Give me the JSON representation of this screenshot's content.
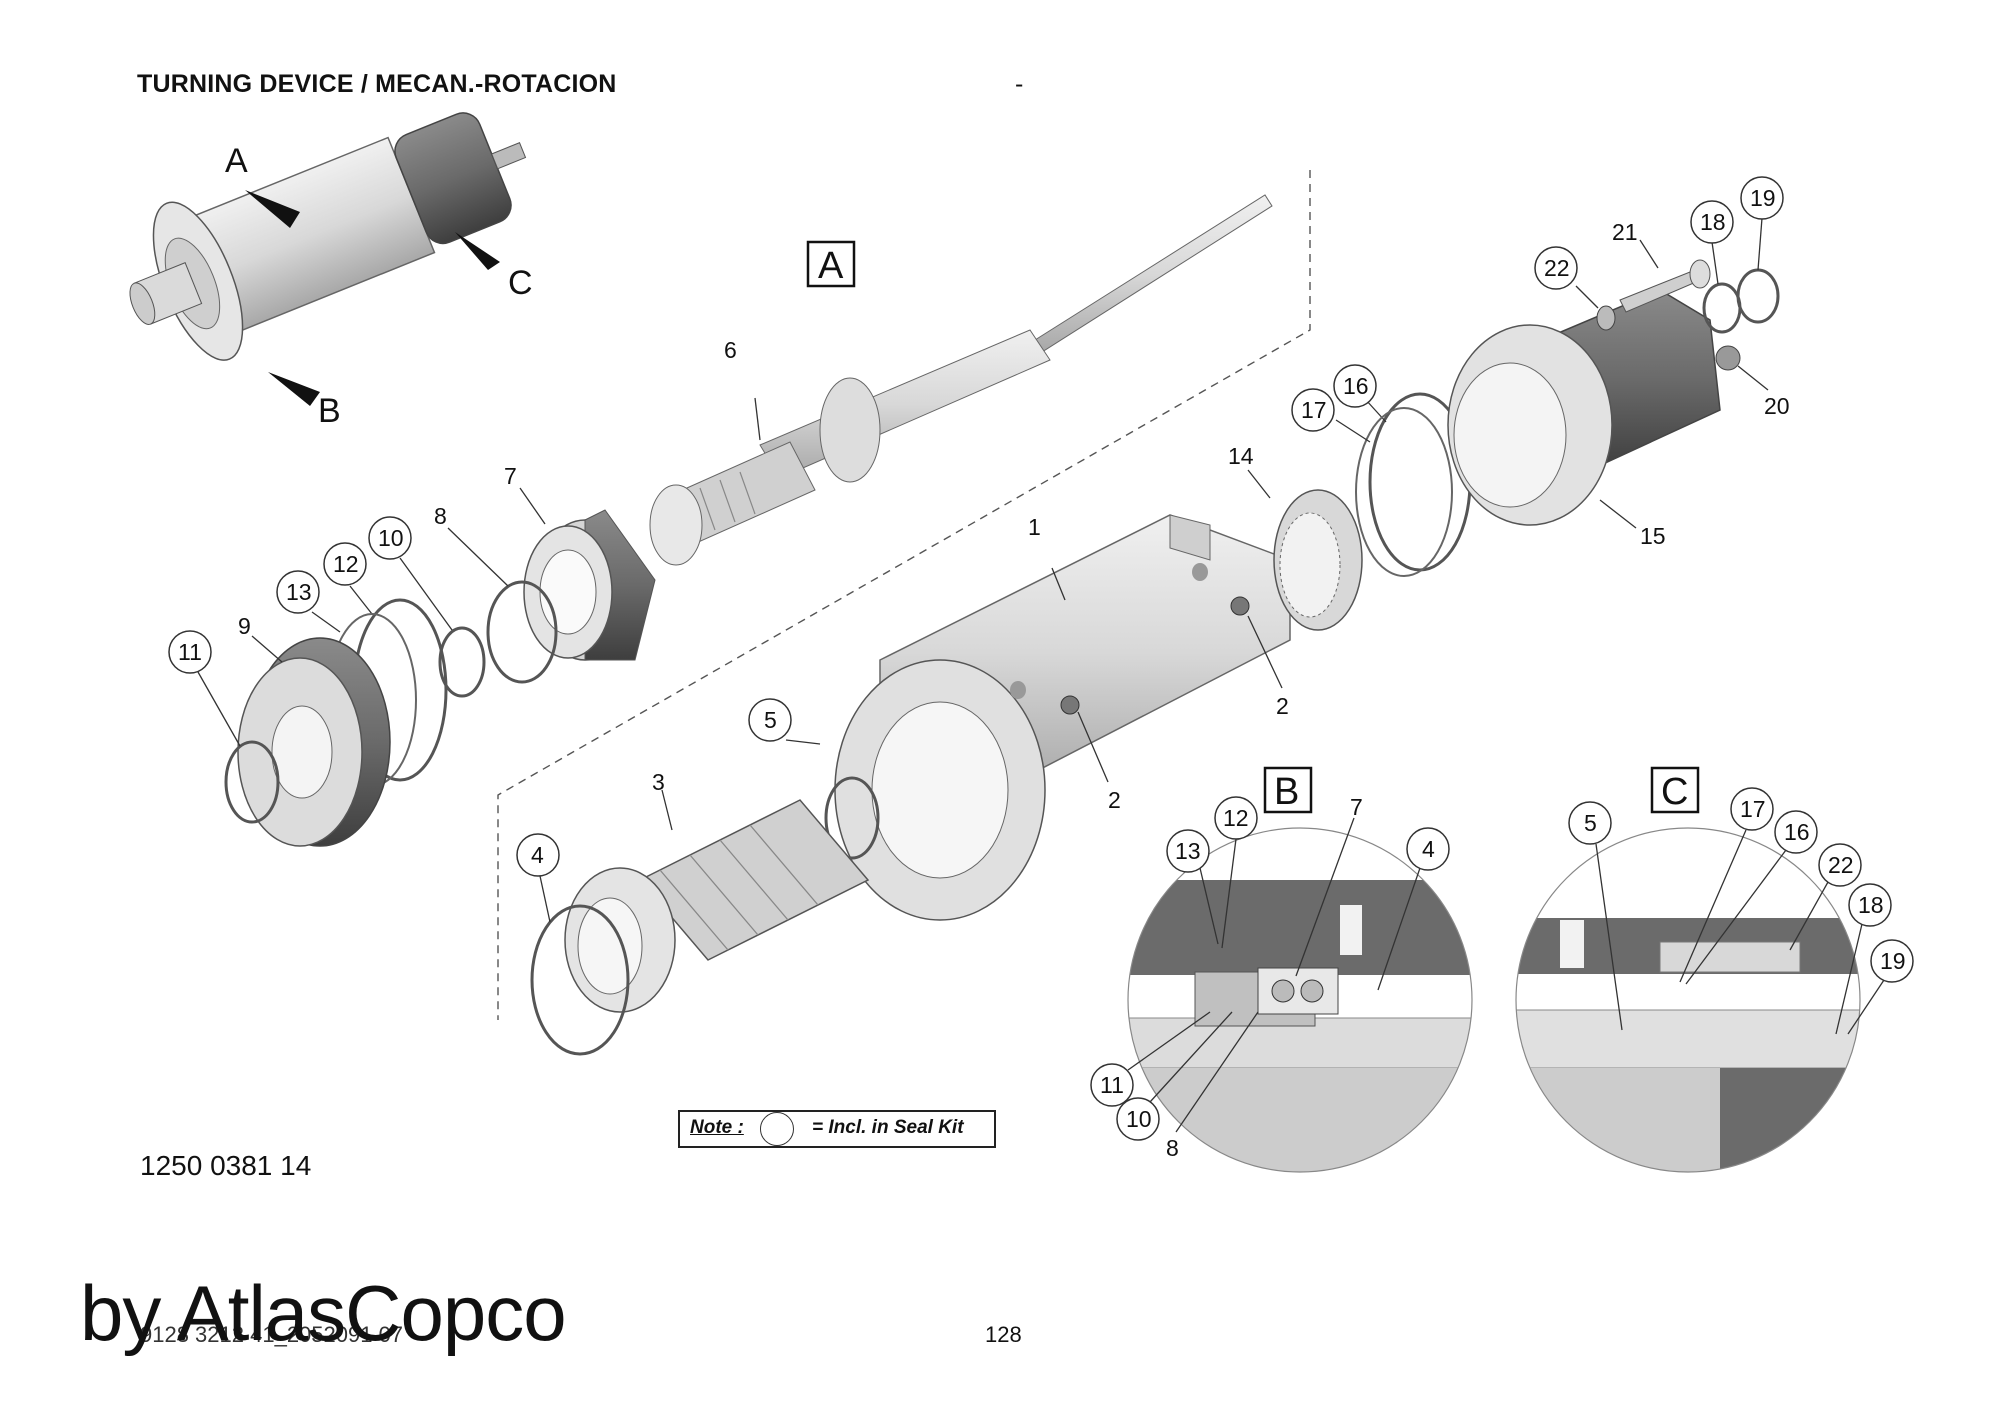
{
  "header": {
    "title": "TURNING DEVICE / MECAN.-ROTACION",
    "separator": "-"
  },
  "document_number": "1250 0381 14",
  "footer": {
    "code": "9128 3212 41_2052091 07",
    "page": "128"
  },
  "watermark": "by AtlasCopco",
  "note": {
    "label": "Note :",
    "text": "= Incl. in Seal Kit"
  },
  "view_letters": {
    "a": "A",
    "b": "B",
    "c": "C"
  },
  "detail_boxes": {
    "a": "A",
    "b": "B",
    "c": "C"
  },
  "parts": {
    "p1": "1",
    "p2a": "2",
    "p2b": "2",
    "p3": "3",
    "p4": "4",
    "p5": "5",
    "p6": "6",
    "p7": "7",
    "p8": "8",
    "p9": "9",
    "p10": "10",
    "p11": "11",
    "p12": "12",
    "p13": "13",
    "p14": "14",
    "p15": "15",
    "p16": "16",
    "p17": "17",
    "p18": "18",
    "p19": "19",
    "p20": "20",
    "p21": "21",
    "p22": "22"
  },
  "detail_b_parts": {
    "p12": "12",
    "p13": "13",
    "p7": "7",
    "p4": "4",
    "p11": "11",
    "p10": "10",
    "p8": "8"
  },
  "detail_c_parts": {
    "p5": "5",
    "p17": "17",
    "p16": "16",
    "p22": "22",
    "p18": "18",
    "p19": "19"
  }
}
